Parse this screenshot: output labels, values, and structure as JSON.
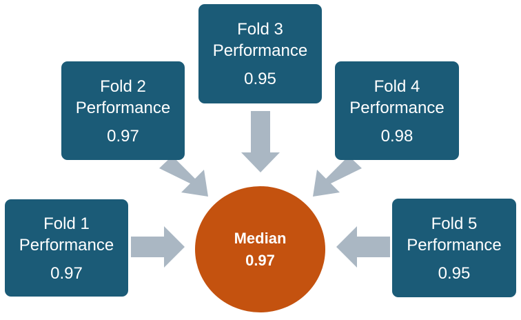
{
  "folds": [
    {
      "label": "Fold 1",
      "sublabel": "Performance",
      "value": "0.97"
    },
    {
      "label": "Fold 2",
      "sublabel": "Performance",
      "value": "0.97"
    },
    {
      "label": "Fold 3",
      "sublabel": "Performance",
      "value": "0.95"
    },
    {
      "label": "Fold 4",
      "sublabel": "Performance",
      "value": "0.98"
    },
    {
      "label": "Fold 5",
      "sublabel": "Performance",
      "value": "0.95"
    }
  ],
  "median": {
    "label": "Median",
    "value": "0.97"
  },
  "colors": {
    "fold_box": "#1b5b77",
    "median_circle": "#c4520f",
    "arrow": "#aab7c3",
    "text": "#ffffff"
  }
}
